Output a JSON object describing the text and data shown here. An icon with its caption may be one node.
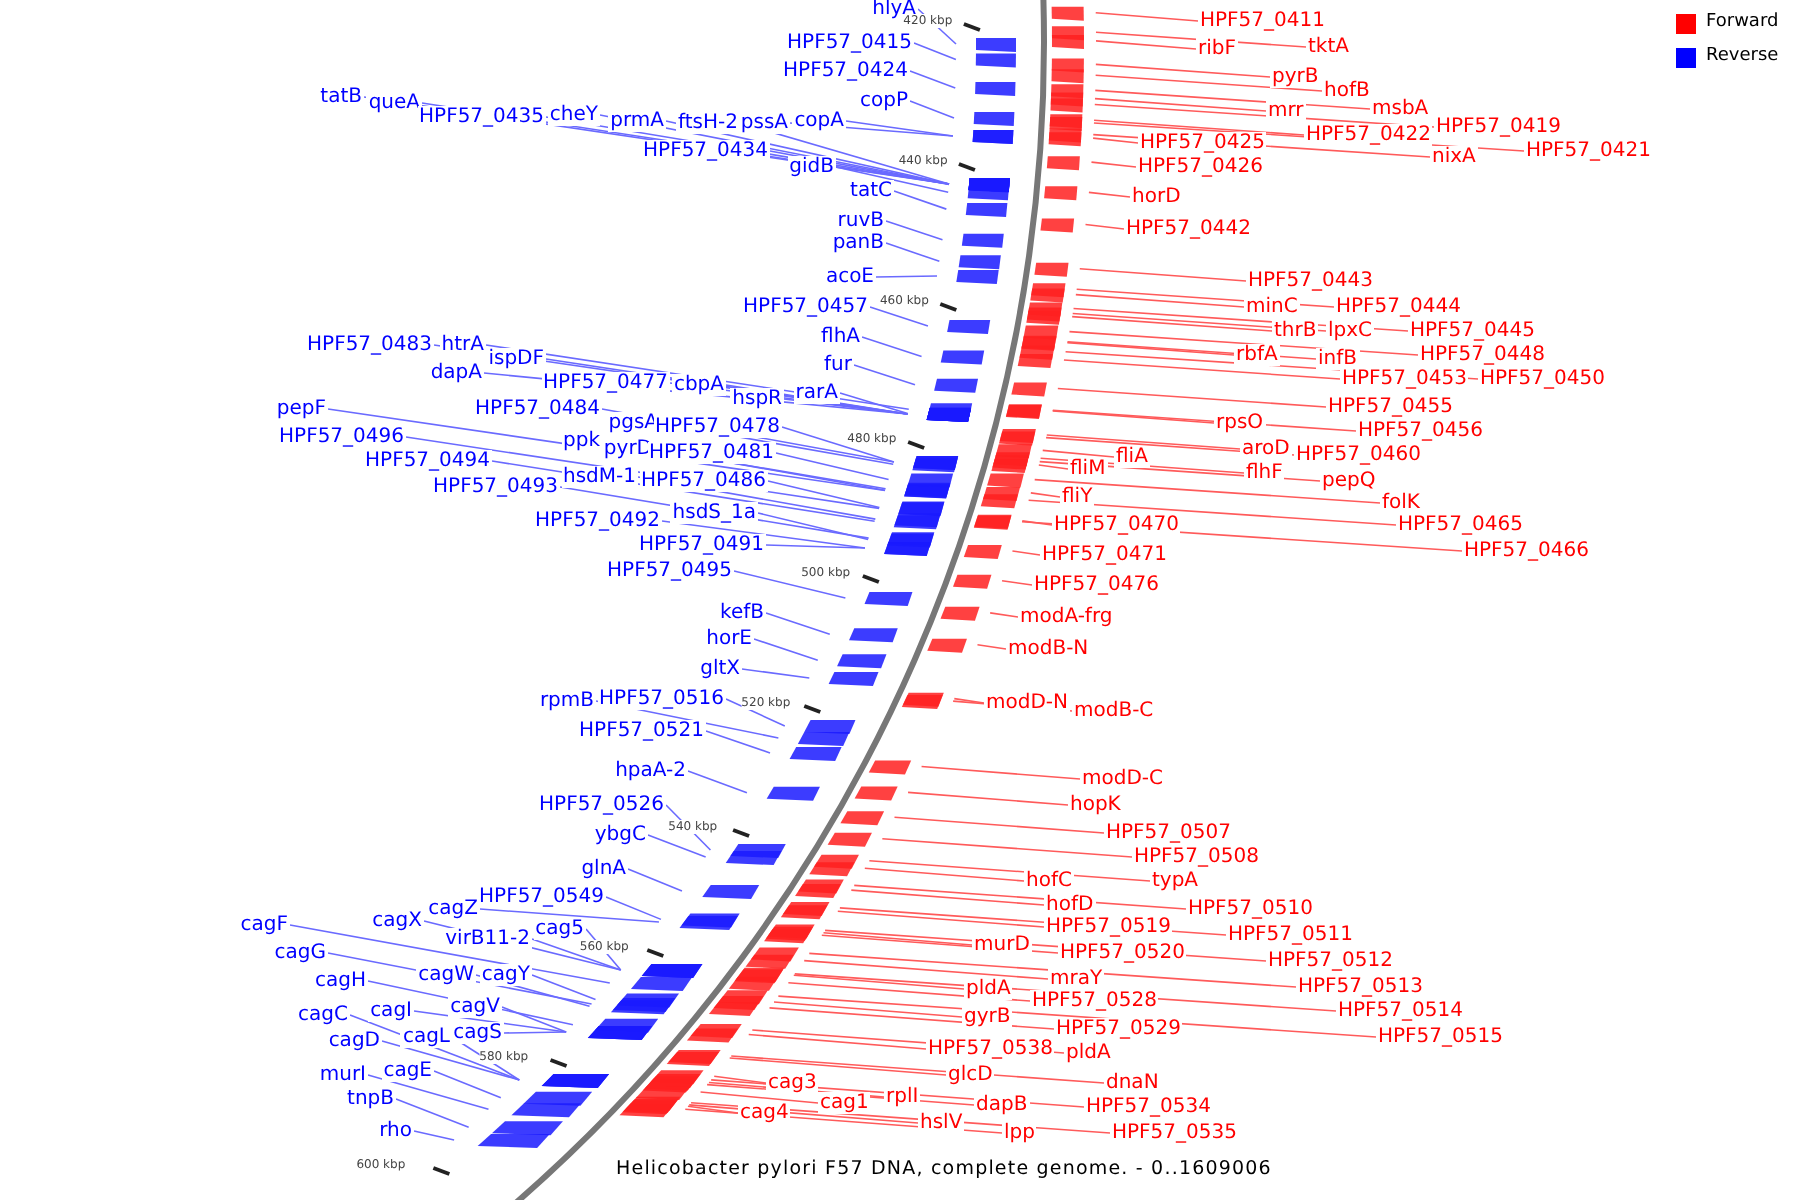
{
  "diagram": {
    "caption": "Helicobacter pylori F57 DNA, complete genome. - 0..1609006",
    "nodes": [
      {
        "text": [
          "hlyA"
        ]
      },
      {
        "text": [
          "HPF57_0415"
        ]
      },
      {
        "text": [
          "HPF57_0424"
        ]
      },
      {
        "text": [
          "copP"
        ]
      },
      {
        "text": [
          "tatB"
        ]
      },
      {
        "text": [
          "queA"
        ]
      },
      {
        "text": [
          "HPF57_0435"
        ]
      },
      {
        "text": [
          "cheY"
        ]
      },
      {
        "text": [
          "prmA"
        ]
      },
      {
        "text": [
          "ftsH-2"
        ]
      },
      {
        "text": [
          "pssA"
        ]
      },
      {
        "text": [
          "copA"
        ]
      },
      {
        "text": [
          "HPF57_0434"
        ]
      },
      {
        "text": [
          "gidB"
        ]
      },
      {
        "text": [
          "tatC"
        ]
      },
      {
        "text": [
          "ruvB"
        ]
      },
      {
        "text": [
          "panB"
        ]
      },
      {
        "text": [
          "acoE"
        ]
      },
      {
        "text": [
          "HPF57_0457"
        ]
      },
      {
        "text": [
          "flhA"
        ]
      },
      {
        "text": [
          "fur"
        ]
      },
      {
        "text": [
          "HPF57_0483"
        ]
      },
      {
        "text": [
          "htrA"
        ]
      },
      {
        "text": [
          "ispDF"
        ]
      },
      {
        "text": [
          "dapA"
        ]
      },
      {
        "text": [
          "HPF57_0477"
        ]
      },
      {
        "text": [
          "cbpA"
        ]
      },
      {
        "text": [
          "hspR"
        ]
      },
      {
        "text": [
          "rarA"
        ]
      },
      {
        "text": [
          "pepF"
        ]
      },
      {
        "text": [
          "HPF57_0484"
        ]
      },
      {
        "text": [
          "HPF57_0496"
        ]
      },
      {
        "text": [
          "pgsA"
        ]
      },
      {
        "text": [
          "HPF57_0478"
        ]
      },
      {
        "text": [
          "ppk"
        ]
      },
      {
        "text": [
          "pyrD"
        ]
      },
      {
        "text": [
          "HPF57_0481"
        ]
      },
      {
        "text": [
          "HPF57_0494"
        ]
      },
      {
        "text": [
          "hsdM-1"
        ]
      },
      {
        "text": [
          "HPF57_0486"
        ]
      },
      {
        "text": [
          "HPF57_0493"
        ]
      },
      {
        "text": [
          "hsdS_1a"
        ]
      },
      {
        "text": [
          "HPF57_0492"
        ]
      },
      {
        "text": [
          "HPF57_0491"
        ]
      },
      {
        "text": [
          "HPF57_0495"
        ]
      },
      {
        "text": [
          "kefB"
        ]
      },
      {
        "text": [
          "horE"
        ]
      },
      {
        "text": [
          "gltX"
        ]
      },
      {
        "text": [
          "rpmB"
        ]
      },
      {
        "text": [
          "HPF57_0516"
        ]
      },
      {
        "text": [
          "HPF57_0521"
        ]
      },
      {
        "text": [
          "hpaA-2"
        ]
      },
      {
        "text": [
          "HPF57_0526"
        ]
      },
      {
        "text": [
          "ybgC"
        ]
      },
      {
        "text": [
          "glnA"
        ]
      },
      {
        "text": [
          "HPF57_0549"
        ]
      },
      {
        "text": [
          "cagZ"
        ]
      },
      {
        "text": [
          "cagX"
        ]
      },
      {
        "text": [
          "virB11-2"
        ]
      },
      {
        "text": [
          "cag5"
        ]
      },
      {
        "text": [
          "cagF"
        ]
      },
      {
        "text": [
          "cagG"
        ]
      },
      {
        "text": [
          "cagW"
        ]
      },
      {
        "text": [
          "cagY"
        ]
      },
      {
        "text": [
          "cagH"
        ]
      },
      {
        "text": [
          "cagI"
        ]
      },
      {
        "text": [
          "cagV"
        ]
      },
      {
        "text": [
          "cagC"
        ]
      },
      {
        "text": [
          "cagL"
        ]
      },
      {
        "text": [
          "cagS"
        ]
      },
      {
        "text": [
          "cagD"
        ]
      },
      {
        "text": [
          "cagE"
        ]
      },
      {
        "text": [
          "murI"
        ]
      },
      {
        "text": [
          "tnpB"
        ]
      },
      {
        "text": [
          "rho"
        ]
      },
      {
        "text": [
          "HPF57_0411"
        ]
      },
      {
        "text": [
          "ribF"
        ]
      },
      {
        "text": [
          "tktA"
        ]
      },
      {
        "text": [
          "pyrB"
        ]
      },
      {
        "text": [
          "hofB"
        ]
      },
      {
        "text": [
          "mrr"
        ]
      },
      {
        "text": [
          "msbA"
        ]
      },
      {
        "text": [
          "HPF57_0419"
        ]
      },
      {
        "text": [
          "HPF57_0422"
        ]
      },
      {
        "text": [
          "HPF57_0421"
        ]
      },
      {
        "text": [
          "nixA"
        ]
      },
      {
        "text": [
          "HPF57_0425"
        ]
      },
      {
        "text": [
          "HPF57_0426"
        ]
      },
      {
        "text": [
          "horD"
        ]
      },
      {
        "text": [
          "HPF57_0442"
        ]
      },
      {
        "text": [
          "HPF57_0443"
        ]
      },
      {
        "text": [
          "minC"
        ]
      },
      {
        "text": [
          "HPF57_0444"
        ]
      },
      {
        "text": [
          "thrB"
        ]
      },
      {
        "text": [
          "lpxC"
        ]
      },
      {
        "text": [
          "HPF57_0445"
        ]
      },
      {
        "text": [
          "rbfA"
        ]
      },
      {
        "text": [
          "infB"
        ]
      },
      {
        "text": [
          "HPF57_0448"
        ]
      },
      {
        "text": [
          "HPF57_0453"
        ]
      },
      {
        "text": [
          "HPF57_0450"
        ]
      },
      {
        "text": [
          "HPF57_0455"
        ]
      },
      {
        "text": [
          "rpsO"
        ]
      },
      {
        "text": [
          "HPF57_0456"
        ]
      },
      {
        "text": [
          "fliA"
        ]
      },
      {
        "text": [
          "aroD"
        ]
      },
      {
        "text": [
          "HPF57_0460"
        ]
      },
      {
        "text": [
          "flhF"
        ]
      },
      {
        "text": [
          "fliM"
        ]
      },
      {
        "text": [
          "pepQ"
        ]
      },
      {
        "text": [
          "fliY"
        ]
      },
      {
        "text": [
          "folK"
        ]
      },
      {
        "text": [
          "HPF57_0465"
        ]
      },
      {
        "text": [
          "HPF57_0470"
        ]
      },
      {
        "text": [
          "HPF57_0466"
        ]
      },
      {
        "text": [
          "HPF57_0471"
        ]
      },
      {
        "text": [
          "HPF57_0476"
        ]
      },
      {
        "text": [
          "modA-frg"
        ]
      },
      {
        "text": [
          "modB-N"
        ]
      },
      {
        "text": [
          "modD-N"
        ]
      },
      {
        "text": [
          "modB-C"
        ]
      },
      {
        "text": [
          "modD-C"
        ]
      },
      {
        "text": [
          "hopK"
        ]
      },
      {
        "text": [
          "HPF57_0507"
        ]
      },
      {
        "text": [
          "HPF57_0508"
        ]
      },
      {
        "text": [
          "typA"
        ]
      },
      {
        "text": [
          "hofC"
        ]
      },
      {
        "text": [
          "HPF57_0510"
        ]
      },
      {
        "text": [
          "hofD"
        ]
      },
      {
        "text": [
          "HPF57_0511"
        ]
      },
      {
        "text": [
          "HPF57_0519"
        ]
      },
      {
        "text": [
          "HPF57_0520"
        ]
      },
      {
        "text": [
          "murD"
        ]
      },
      {
        "text": [
          "HPF57_0512"
        ]
      },
      {
        "text": [
          "mraY"
        ]
      },
      {
        "text": [
          "HPF57_0513"
        ]
      },
      {
        "text": [
          "pldA"
        ]
      },
      {
        "text": [
          "HPF57_0528"
        ]
      },
      {
        "text": [
          "HPF57_0514"
        ]
      },
      {
        "text": [
          "gyrB"
        ]
      },
      {
        "text": [
          "HPF57_0529"
        ]
      },
      {
        "text": [
          "HPF57_0515"
        ]
      },
      {
        "text": [
          "HPF57_0538"
        ]
      },
      {
        "text": [
          "pldA"
        ]
      },
      {
        "text": [
          "glcD"
        ]
      },
      {
        "text": [
          "dnaN"
        ]
      },
      {
        "text": [
          "HPF57_0534"
        ]
      },
      {
        "text": [
          "dapB"
        ]
      },
      {
        "text": [
          "cag3"
        ]
      },
      {
        "text": [
          "cag1"
        ]
      },
      {
        "text": [
          "rplI"
        ]
      },
      {
        "text": [
          "hslV"
        ]
      },
      {
        "text": [
          "cag4"
        ]
      },
      {
        "text": [
          "lpp"
        ]
      },
      {
        "text": [
          "HPF57_0535"
        ]
      }
    ],
    "edges": [
      {
        "from": 0,
        "to": null,
        "arrow": "none",
        "color": "#6a6aff"
      },
      {
        "from": 1,
        "to": null,
        "arrow": "none",
        "color": "#6a6aff"
      },
      {
        "from": 2,
        "to": null,
        "arrow": "none",
        "color": "#6a6aff"
      },
      {
        "from": 3,
        "to": null,
        "arrow": "none",
        "color": "#6a6aff"
      },
      {
        "from": 4,
        "to": null,
        "arrow": "none",
        "color": "#6a6aff"
      },
      {
        "from": 5,
        "to": null,
        "arrow": "none",
        "color": "#6a6aff"
      },
      {
        "from": 6,
        "to": null,
        "arrow": "none",
        "color": "#6a6aff"
      },
      {
        "from": 7,
        "to": null,
        "arrow": "none",
        "color": "#6a6aff"
      },
      {
        "from": 8,
        "to": null,
        "arrow": "none",
        "color": "#6a6aff"
      },
      {
        "from": 9,
        "to": null,
        "arrow": "none",
        "color": "#6a6aff"
      },
      {
        "from": 10,
        "to": null,
        "arrow": "none",
        "color": "#6a6aff"
      },
      {
        "from": 11,
        "to": null,
        "arrow": "none",
        "color": "#6a6aff"
      },
      {
        "from": 12,
        "to": null,
        "arrow": "none",
        "color": "#6a6aff"
      },
      {
        "from": 13,
        "to": null,
        "arrow": "none",
        "color": "#6a6aff"
      },
      {
        "from": 14,
        "to": null,
        "arrow": "none",
        "color": "#6a6aff"
      },
      {
        "from": 15,
        "to": null,
        "arrow": "none",
        "color": "#6a6aff"
      },
      {
        "from": 16,
        "to": null,
        "arrow": "none",
        "color": "#6a6aff"
      },
      {
        "from": 17,
        "to": null,
        "arrow": "none",
        "color": "#6a6aff"
      },
      {
        "from": 18,
        "to": null,
        "arrow": "none",
        "color": "#6a6aff"
      },
      {
        "from": 19,
        "to": null,
        "arrow": "none",
        "color": "#6a6aff"
      },
      {
        "from": 20,
        "to": null,
        "arrow": "none",
        "color": "#6a6aff"
      },
      {
        "from": 21,
        "to": null,
        "arrow": "none",
        "color": "#6a6aff"
      },
      {
        "from": 22,
        "to": null,
        "arrow": "none",
        "color": "#6a6aff"
      },
      {
        "from": 23,
        "to": null,
        "arrow": "none",
        "color": "#6a6aff"
      },
      {
        "from": 24,
        "to": null,
        "arrow": "none",
        "color": "#6a6aff"
      },
      {
        "from": 25,
        "to": null,
        "arrow": "none",
        "color": "#6a6aff"
      },
      {
        "from": 26,
        "to": null,
        "arrow": "none",
        "color": "#6a6aff"
      },
      {
        "from": 27,
        "to": null,
        "arrow": "none",
        "color": "#6a6aff"
      },
      {
        "from": 28,
        "to": null,
        "arrow": "none",
        "color": "#6a6aff"
      },
      {
        "from": 29,
        "to": null,
        "arrow": "none",
        "color": "#6a6aff"
      },
      {
        "from": 30,
        "to": null,
        "arrow": "none",
        "color": "#6a6aff"
      },
      {
        "from": 31,
        "to": null,
        "arrow": "none",
        "color": "#6a6aff"
      },
      {
        "from": 32,
        "to": null,
        "arrow": "none",
        "color": "#6a6aff"
      },
      {
        "from": 33,
        "to": null,
        "arrow": "none",
        "color": "#6a6aff"
      },
      {
        "from": 34,
        "to": null,
        "arrow": "none",
        "color": "#6a6aff"
      },
      {
        "from": 35,
        "to": null,
        "arrow": "none",
        "color": "#6a6aff"
      },
      {
        "from": 36,
        "to": null,
        "arrow": "none",
        "color": "#6a6aff"
      },
      {
        "from": 37,
        "to": null,
        "arrow": "none",
        "color": "#6a6aff"
      },
      {
        "from": 38,
        "to": null,
        "arrow": "none",
        "color": "#6a6aff"
      },
      {
        "from": 39,
        "to": null,
        "arrow": "none",
        "color": "#6a6aff"
      },
      {
        "from": 40,
        "to": null,
        "arrow": "none",
        "color": "#6a6aff"
      },
      {
        "from": 41,
        "to": null,
        "arrow": "none",
        "color": "#6a6aff"
      },
      {
        "from": 42,
        "to": null,
        "arrow": "none",
        "color": "#6a6aff"
      },
      {
        "from": 43,
        "to": null,
        "arrow": "none",
        "color": "#6a6aff"
      },
      {
        "from": 44,
        "to": null,
        "arrow": "none",
        "color": "#6a6aff"
      },
      {
        "from": 45,
        "to": null,
        "arrow": "none",
        "color": "#6a6aff"
      },
      {
        "from": 46,
        "to": null,
        "arrow": "none",
        "color": "#6a6aff"
      },
      {
        "from": 47,
        "to": null,
        "arrow": "none",
        "color": "#6a6aff"
      },
      {
        "from": 48,
        "to": null,
        "arrow": "none",
        "color": "#6a6aff"
      },
      {
        "from": 49,
        "to": null,
        "arrow": "none",
        "color": "#6a6aff"
      },
      {
        "from": 50,
        "to": null,
        "arrow": "none",
        "color": "#6a6aff"
      },
      {
        "from": 51,
        "to": null,
        "arrow": "none",
        "color": "#6a6aff"
      },
      {
        "from": 52,
        "to": null,
        "arrow": "none",
        "color": "#6a6aff"
      },
      {
        "from": 53,
        "to": null,
        "arrow": "none",
        "color": "#6a6aff"
      },
      {
        "from": 54,
        "to": null,
        "arrow": "none",
        "color": "#6a6aff"
      },
      {
        "from": 55,
        "to": null,
        "arrow": "none",
        "color": "#6a6aff"
      },
      {
        "from": 56,
        "to": null,
        "arrow": "none",
        "color": "#6a6aff"
      },
      {
        "from": 57,
        "to": null,
        "arrow": "none",
        "color": "#6a6aff"
      },
      {
        "from": 58,
        "to": null,
        "arrow": "none",
        "color": "#6a6aff"
      },
      {
        "from": 59,
        "to": null,
        "arrow": "none",
        "color": "#6a6aff"
      },
      {
        "from": 60,
        "to": null,
        "arrow": "none",
        "color": "#6a6aff"
      },
      {
        "from": 61,
        "to": null,
        "arrow": "none",
        "color": "#6a6aff"
      },
      {
        "from": 62,
        "to": null,
        "arrow": "none",
        "color": "#6a6aff"
      },
      {
        "from": 63,
        "to": null,
        "arrow": "none",
        "color": "#6a6aff"
      },
      {
        "from": 64,
        "to": null,
        "arrow": "none",
        "color": "#6a6aff"
      },
      {
        "from": 65,
        "to": null,
        "arrow": "none",
        "color": "#6a6aff"
      },
      {
        "from": 66,
        "to": null,
        "arrow": "none",
        "color": "#6a6aff"
      },
      {
        "from": 67,
        "to": null,
        "arrow": "none",
        "color": "#6a6aff"
      },
      {
        "from": 68,
        "to": null,
        "arrow": "none",
        "color": "#6a6aff"
      },
      {
        "from": 69,
        "to": null,
        "arrow": "none",
        "color": "#6a6aff"
      },
      {
        "from": 70,
        "to": null,
        "arrow": "none",
        "color": "#6a6aff"
      },
      {
        "from": 71,
        "to": null,
        "arrow": "none",
        "color": "#6a6aff"
      },
      {
        "from": 72,
        "to": null,
        "arrow": "none",
        "color": "#6a6aff"
      },
      {
        "from": 73,
        "to": null,
        "arrow": "none",
        "color": "#6a6aff"
      },
      {
        "from": 74,
        "to": null,
        "arrow": "none",
        "color": "#6a6aff"
      },
      {
        "from": 75,
        "to": null,
        "arrow": "none"
      },
      {
        "from": 76,
        "to": null,
        "arrow": "none"
      },
      {
        "from": 77,
        "to": null,
        "arrow": "none"
      },
      {
        "from": 78,
        "to": null,
        "arrow": "none"
      },
      {
        "from": 79,
        "to": null,
        "arrow": "none"
      },
      {
        "from": 80,
        "to": null,
        "arrow": "none"
      },
      {
        "from": 81,
        "to": null,
        "arrow": "none"
      },
      {
        "from": 82,
        "to": null,
        "arrow": "none"
      },
      {
        "from": 83,
        "to": null,
        "arrow": "none"
      },
      {
        "from": 84,
        "to": null,
        "arrow": "none"
      },
      {
        "from": 85,
        "to": null,
        "arrow": "none"
      },
      {
        "from": 86,
        "to": null,
        "arrow": "none"
      },
      {
        "from": 87,
        "to": null,
        "arrow": "none"
      },
      {
        "from": 88,
        "to": null,
        "arrow": "none"
      },
      {
        "from": 89,
        "to": null,
        "arrow": "none"
      },
      {
        "from": 90,
        "to": null,
        "arrow": "none"
      },
      {
        "from": 91,
        "to": null,
        "arrow": "none"
      },
      {
        "from": 92,
        "to": null,
        "arrow": "none"
      },
      {
        "from": 93,
        "to": null,
        "arrow": "none"
      },
      {
        "from": 94,
        "to": null,
        "arrow": "none"
      },
      {
        "from": 95,
        "to": null,
        "arrow": "none"
      },
      {
        "from": 96,
        "to": null,
        "arrow": "none"
      },
      {
        "from": 97,
        "to": null,
        "arrow": "none"
      },
      {
        "from": 98,
        "to": null,
        "arrow": "none"
      },
      {
        "from": 99,
        "to": null,
        "arrow": "none"
      },
      {
        "from": 100,
        "to": null,
        "arrow": "none"
      },
      {
        "from": 101,
        "to": null,
        "arrow": "none"
      },
      {
        "from": 102,
        "to": null,
        "arrow": "none"
      },
      {
        "from": 103,
        "to": null,
        "arrow": "none"
      },
      {
        "from": 104,
        "to": null,
        "arrow": "none"
      },
      {
        "from": 105,
        "to": null,
        "arrow": "none"
      },
      {
        "from": 106,
        "to": null,
        "arrow": "none"
      },
      {
        "from": 107,
        "to": null,
        "arrow": "none"
      },
      {
        "from": 108,
        "to": null,
        "arrow": "none"
      },
      {
        "from": 109,
        "to": null,
        "arrow": "none"
      },
      {
        "from": 110,
        "to": null,
        "arrow": "none"
      },
      {
        "from": 111,
        "to": null,
        "arrow": "none"
      },
      {
        "from": 112,
        "to": null,
        "arrow": "none"
      },
      {
        "from": 113,
        "to": null,
        "arrow": "none"
      },
      {
        "from": 114,
        "to": null,
        "arrow": "none"
      },
      {
        "from": 115,
        "to": null,
        "arrow": "none"
      },
      {
        "from": 116,
        "to": null,
        "arrow": "none"
      },
      {
        "from": 117,
        "to": null,
        "arrow": "none"
      },
      {
        "from": 118,
        "to": null,
        "arrow": "none"
      },
      {
        "from": 119,
        "to": null,
        "arrow": "none"
      },
      {
        "from": 120,
        "to": null,
        "arrow": "none"
      },
      {
        "from": 121,
        "to": null,
        "arrow": "none"
      },
      {
        "from": 122,
        "to": null,
        "arrow": "none"
      },
      {
        "from": 123,
        "to": null,
        "arrow": "none"
      },
      {
        "from": 124,
        "to": null,
        "arrow": "none"
      },
      {
        "from": 125,
        "to": null,
        "arrow": "none"
      },
      {
        "from": 126,
        "to": null,
        "arrow": "none"
      },
      {
        "from": 127,
        "to": null,
        "arrow": "none"
      },
      {
        "from": 128,
        "to": null,
        "arrow": "none"
      },
      {
        "from": 129,
        "to": null,
        "arrow": "none"
      },
      {
        "from": 130,
        "to": null,
        "arrow": "none"
      },
      {
        "from": 131,
        "to": null,
        "arrow": "none"
      },
      {
        "from": 132,
        "to": null,
        "arrow": "none"
      },
      {
        "from": 133,
        "to": null,
        "arrow": "none"
      },
      {
        "from": 134,
        "to": null,
        "arrow": "none"
      },
      {
        "from": 135,
        "to": null,
        "arrow": "none"
      },
      {
        "from": 136,
        "to": null,
        "arrow": "none"
      },
      {
        "from": 137,
        "to": null,
        "arrow": "none"
      },
      {
        "from": 138,
        "to": null,
        "arrow": "none"
      },
      {
        "from": 139,
        "to": null,
        "arrow": "none"
      },
      {
        "from": 140,
        "to": null,
        "arrow": "none"
      },
      {
        "from": 141,
        "to": null,
        "arrow": "none"
      },
      {
        "from": 142,
        "to": null,
        "arrow": "none"
      },
      {
        "from": 143,
        "to": null,
        "arrow": "none"
      },
      {
        "from": 144,
        "to": null,
        "arrow": "none"
      },
      {
        "from": 145,
        "to": null,
        "arrow": "none"
      },
      {
        "from": 146,
        "to": null,
        "arrow": "none"
      },
      {
        "from": 147,
        "to": null,
        "arrow": "none"
      },
      {
        "from": 148,
        "to": null,
        "arrow": "none"
      },
      {
        "from": 149,
        "to": null,
        "arrow": "none"
      },
      {
        "from": 150,
        "to": null,
        "arrow": "none"
      },
      {
        "from": 151,
        "to": null,
        "arrow": "none"
      },
      {
        "from": 152,
        "to": null,
        "arrow": "none"
      },
      {
        "from": 153,
        "to": null,
        "arrow": "none"
      },
      {
        "from": 154,
        "to": null,
        "arrow": "none"
      }
    ],
    "labels": [
      "420 kbp",
      "440 kbp",
      "460 kbp",
      "480 kbp",
      "500 kbp",
      "520 kbp",
      "540 kbp",
      "560 kbp",
      "580 kbp",
      "600 kbp"
    ],
    "legend": [
      {
        "text": "Forward",
        "color": "#ff0000"
      },
      {
        "text": "Reverse",
        "color": "#0000ff"
      }
    ]
  }
}
